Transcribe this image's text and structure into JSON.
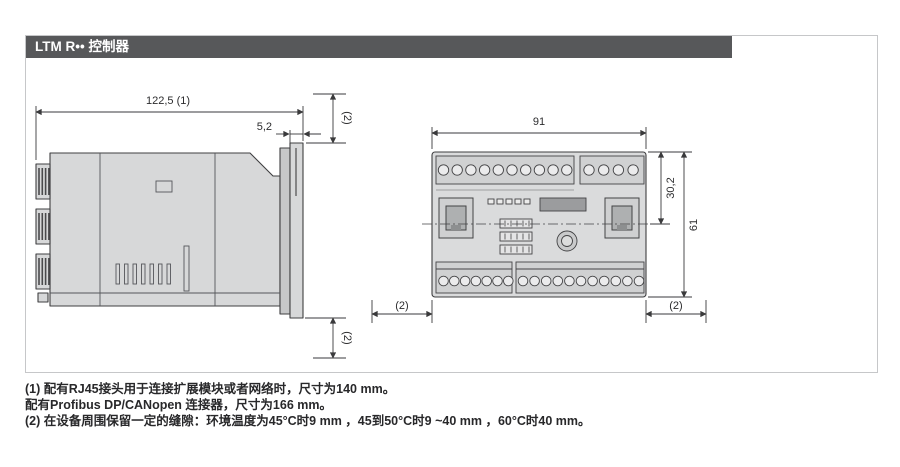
{
  "header": {
    "title": "LTM R•• 控制器"
  },
  "drawings": {
    "side_view": {
      "total_width": "122,5 (1)",
      "tab_depth": "5,2",
      "top_clearance": "(2)",
      "bottom_clearance": "(2)"
    },
    "front_view": {
      "width": "91",
      "top_section_height": "30,2",
      "total_height": "61",
      "bottom_left_clearance": "(2)",
      "bottom_right_clearance": "(2)"
    }
  },
  "footnotes": {
    "line1": "(1) 配有RJ45接头用于连接扩展模块或者网络时，尺寸为140 mm。",
    "line2": "配有Profibus DP/CANopen 连接器，尺寸为166 mm。",
    "line3": "(2) 在设备周围保留一定的缝隙：环境温度为45°C时9 mm ，45到50°C时9 ~40 mm ，60°C时40 mm。"
  },
  "colors": {
    "header_bg": "#57585a",
    "frame_border": "#c6c7c9",
    "device_fill": "#d7d8d9",
    "line": "#3a3a3c",
    "text": "#28282a"
  }
}
